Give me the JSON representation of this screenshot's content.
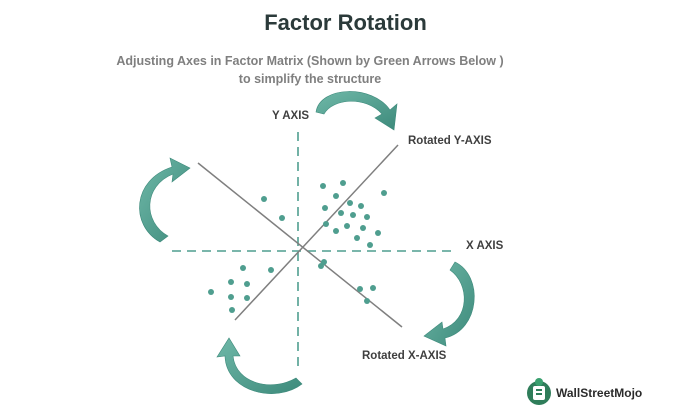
{
  "title": "Factor Rotation",
  "subtitle": {
    "line1": "Adjusting Axes in Factor Matrix  (Shown by Green Arrows Below )",
    "line2": "to simplify the structure"
  },
  "axes": {
    "y_axis": "Y AXIS",
    "x_axis": "X AXIS",
    "rotated_y": "Rotated Y-AXIS",
    "rotated_x": "Rotated X-AXIS"
  },
  "brand": {
    "name": "WallStreetMojo"
  },
  "colors": {
    "accent": "#4f9e8f",
    "dot": "#4f9e8f",
    "axis": "#7f7f7f",
    "arrow": "#4a9a8a"
  },
  "icons": [
    "curved-arrow-icon",
    "wallstreetmojo-logo-icon"
  ]
}
